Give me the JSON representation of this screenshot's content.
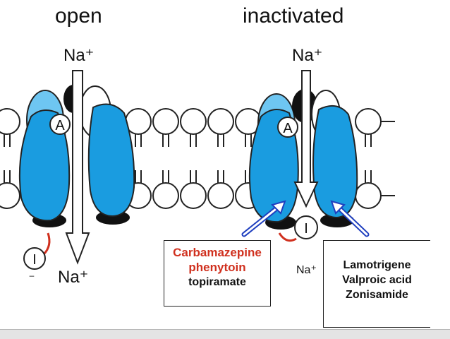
{
  "states": {
    "open": {
      "title": "open",
      "ion_top": "Na⁺",
      "ion_bottom": "Na⁺",
      "activation_gate": "A",
      "inactivation_gate": "I"
    },
    "inactivated": {
      "title": "inactivated",
      "ion_top": "Na⁺",
      "ion_bottom": "Na⁺",
      "activation_gate": "A",
      "inactivation_gate": "I"
    }
  },
  "drug_boxes": {
    "left": {
      "red_lines": [
        "Carbamazepine",
        "phenytoin"
      ],
      "black_lines": [
        "topiramate"
      ]
    },
    "right": {
      "lines": [
        "Lamotrigene",
        "Valproic acid",
        "Zonisamide"
      ]
    }
  },
  "colors": {
    "channel_blue": "#1a9ce0",
    "channel_light_blue": "#6ec6f2",
    "gate_link_red": "#d0301e",
    "drug_arrow_blue": "#1f3fbf",
    "membrane_stroke": "#222222"
  }
}
